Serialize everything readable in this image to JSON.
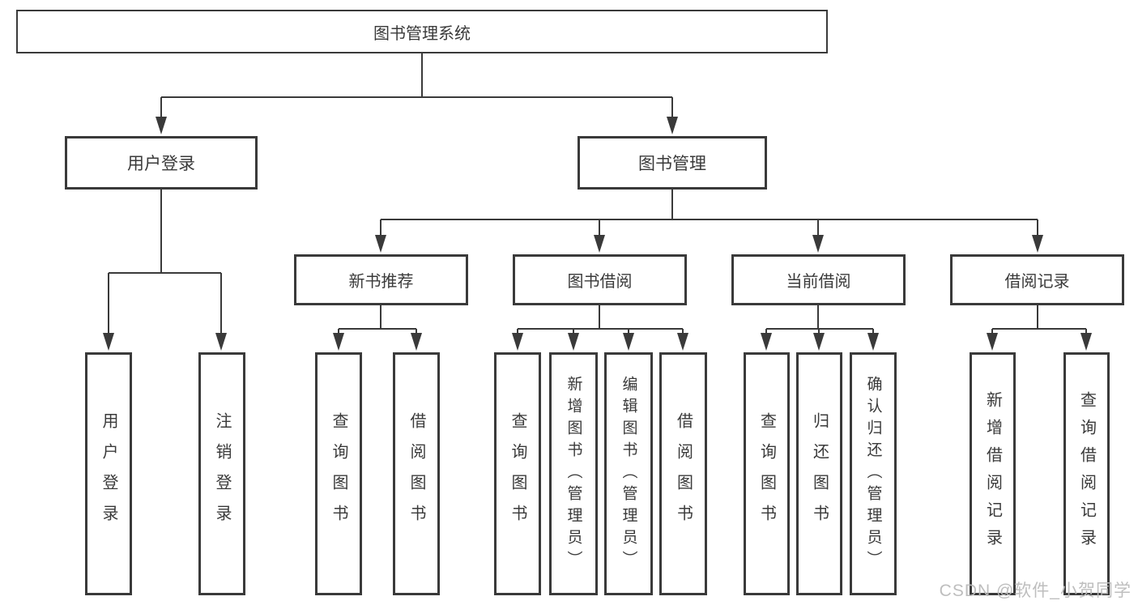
{
  "colors": {
    "line": "#3a3a3a",
    "box_border": "#3a3a3a",
    "text": "#3a3a3a",
    "background": "#ffffff",
    "watermark": "#bababa"
  },
  "watermark": "CSDN @软件_小贺同学",
  "tree": {
    "root": {
      "label": "图书管理系统"
    },
    "branches": [
      {
        "label": "用户登录",
        "children": [
          {
            "label": "用户登录"
          },
          {
            "label": "注销登录"
          }
        ]
      },
      {
        "label": "图书管理",
        "children": [
          {
            "label": "新书推荐",
            "children": [
              {
                "label": "查询图书"
              },
              {
                "label": "借阅图书"
              }
            ]
          },
          {
            "label": "图书借阅",
            "children": [
              {
                "label": "查询图书"
              },
              {
                "label": "新增图书（管理员）"
              },
              {
                "label": "编辑图书（管理员）"
              },
              {
                "label": "借阅图书"
              }
            ]
          },
          {
            "label": "当前借阅",
            "children": [
              {
                "label": "查询图书"
              },
              {
                "label": "归还图书"
              },
              {
                "label": "确认归还（管理员）"
              }
            ]
          },
          {
            "label": "借阅记录",
            "children": [
              {
                "label": "新增借阅记录"
              },
              {
                "label": "查询借阅记录"
              }
            ]
          }
        ]
      }
    ]
  }
}
